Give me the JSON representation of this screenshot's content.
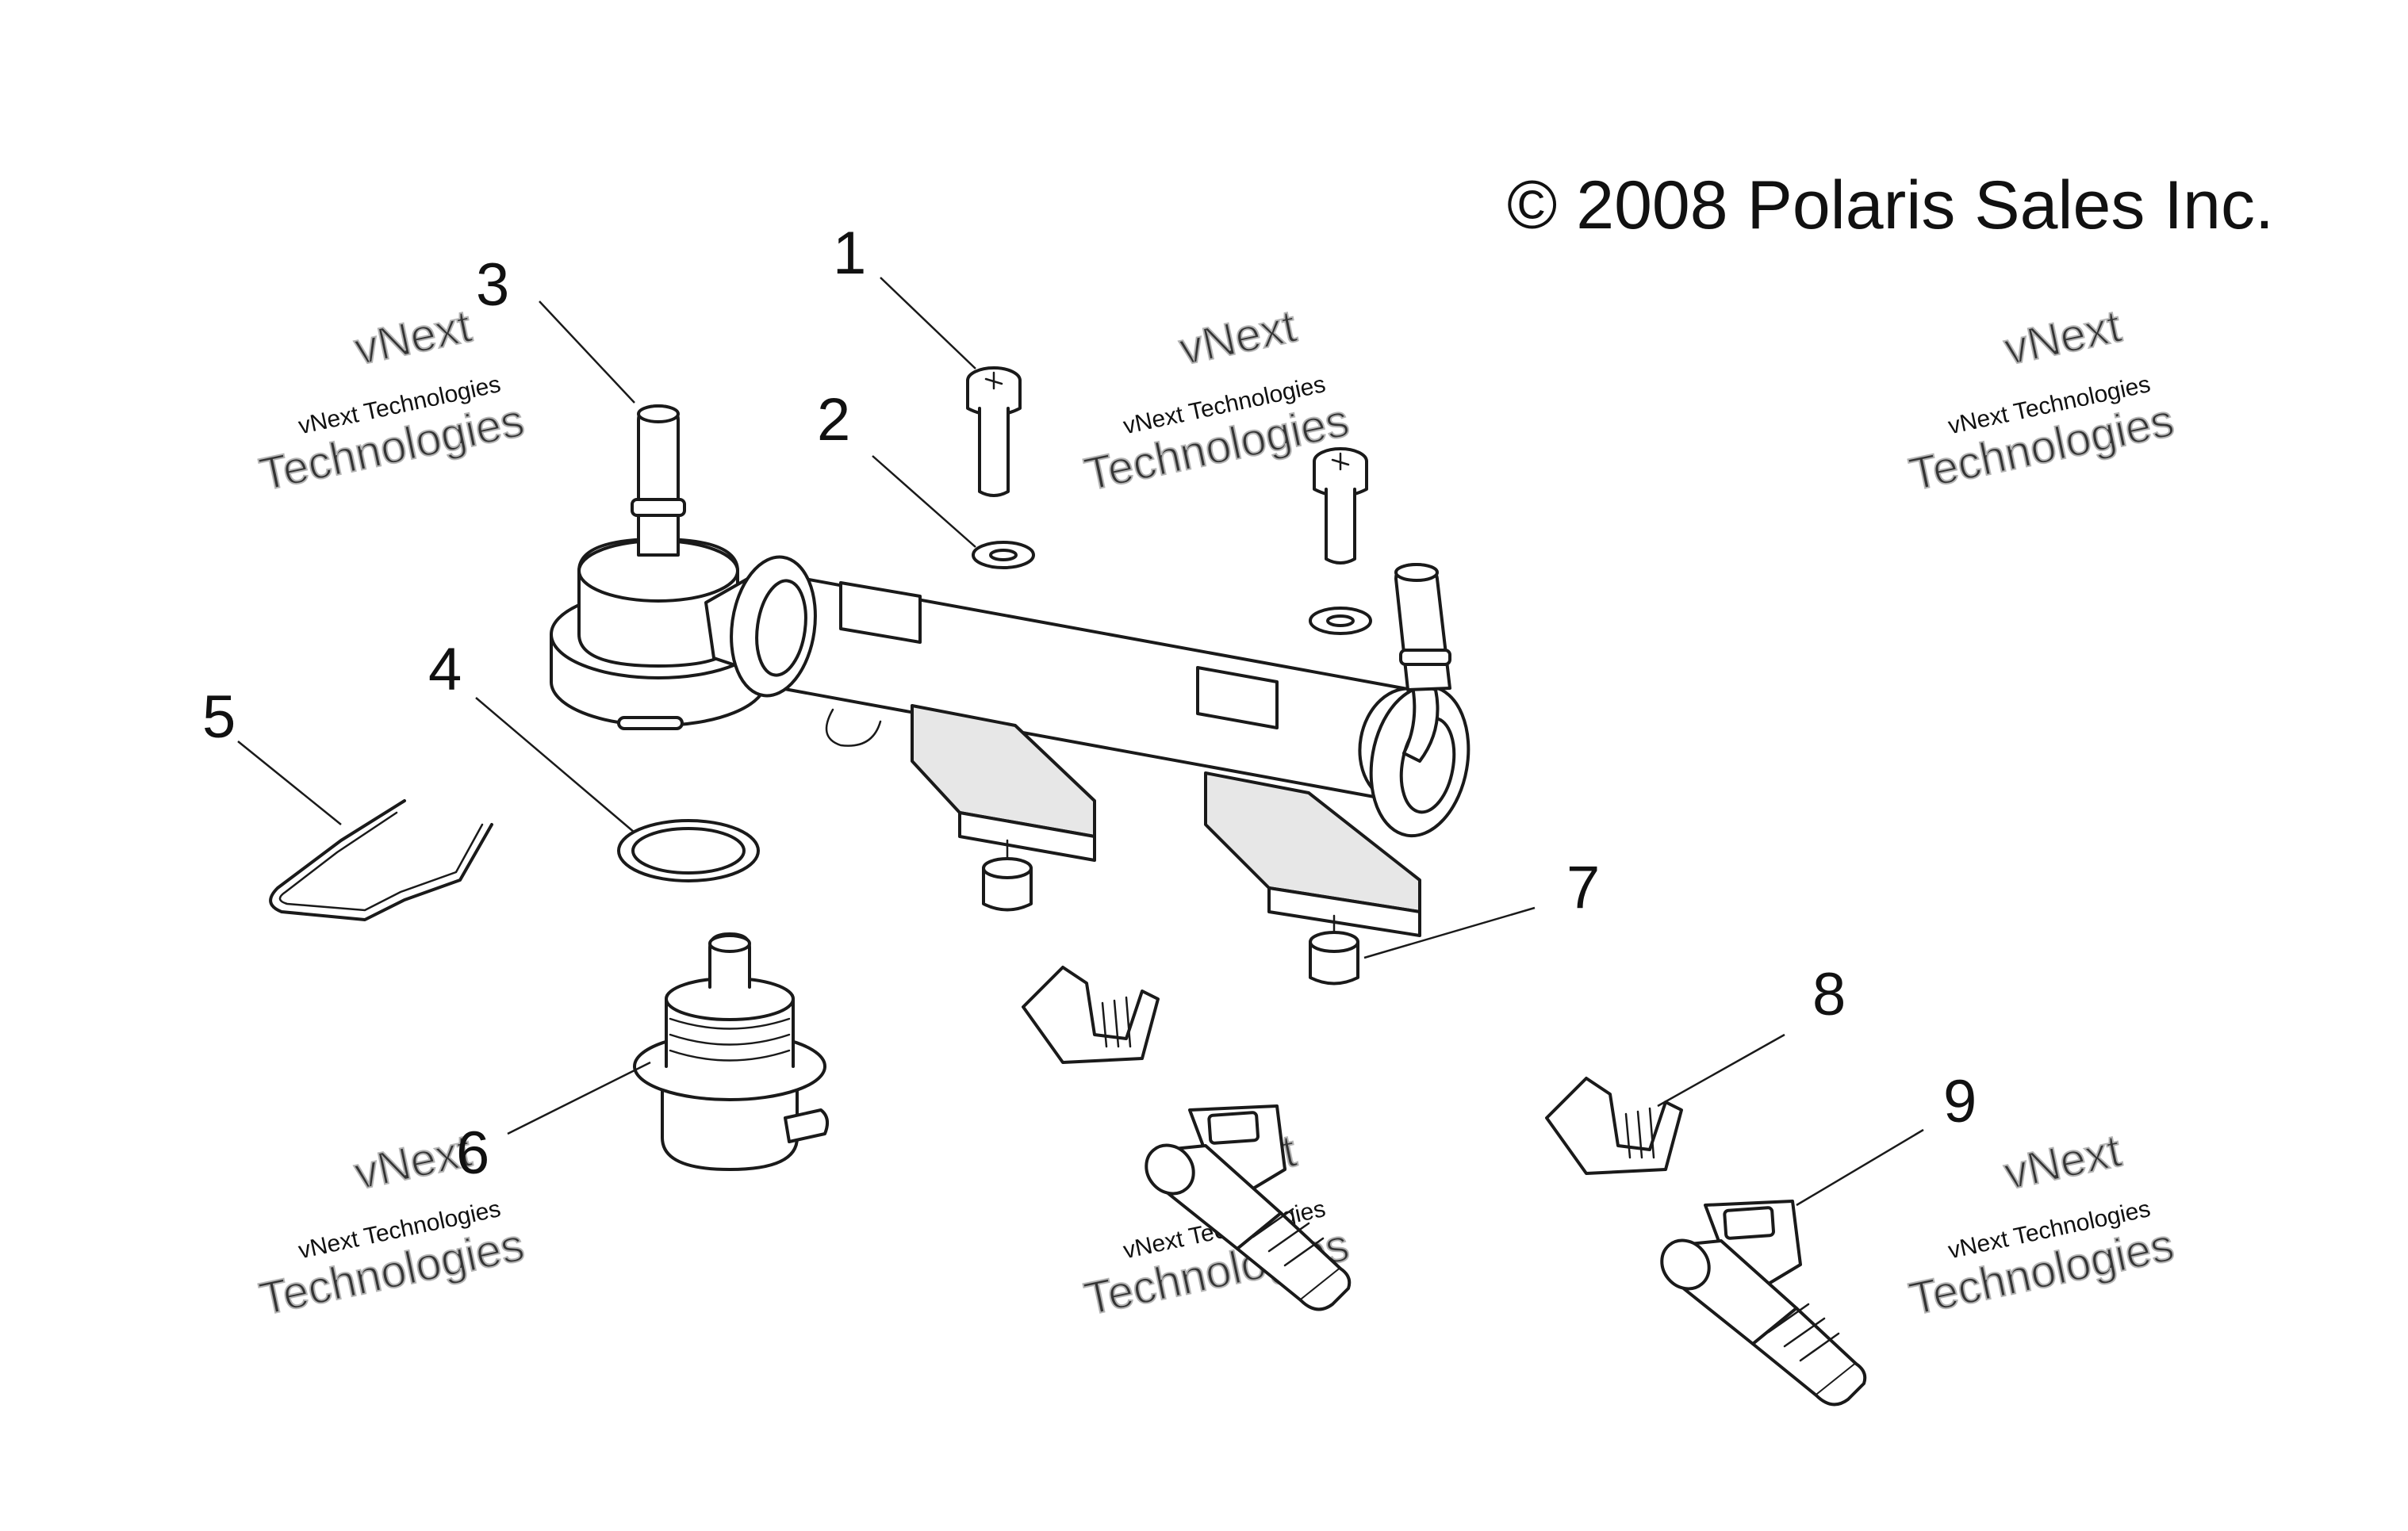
{
  "copyright": "© 2008 Polaris Sales Inc.",
  "watermark": {
    "line1": "vNext",
    "line2": "vNext Technologies",
    "line3": "Technologies"
  },
  "callouts": [
    "1",
    "2",
    "3",
    "4",
    "5",
    "6",
    "7",
    "8",
    "9"
  ]
}
